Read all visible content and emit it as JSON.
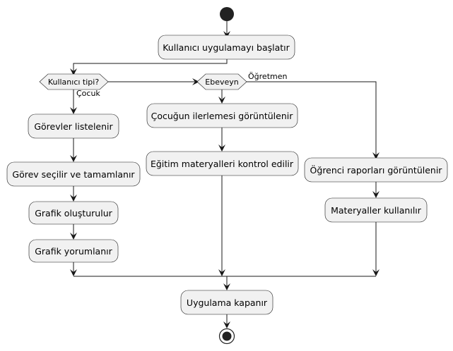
{
  "diagram": {
    "type": "activity",
    "actions": {
      "start_app": "Kullanıcı uygulamayı başlatır",
      "tasks_listed": "Görevler listelenir",
      "task_select_complete": "Görev seçilir ve tamamlanır",
      "graph_created": "Grafik oluşturulur",
      "graph_interpreted": "Grafik yorumlanır",
      "child_progress_viewed": "Çocuğun ilerlemesi görüntülenir",
      "materials_checked": "Eğitim materyalleri kontrol edilir",
      "student_reports_viewed": "Öğrenci raporları görüntülenir",
      "materials_used": "Materyaller kullanılır",
      "app_closes": "Uygulama kapanır"
    },
    "decisions": {
      "user_type": "Kullanıcı tipi?",
      "parent": "Ebeveyn"
    },
    "guards": {
      "child": "Çocuk",
      "teacher": "Öğretmen"
    }
  }
}
